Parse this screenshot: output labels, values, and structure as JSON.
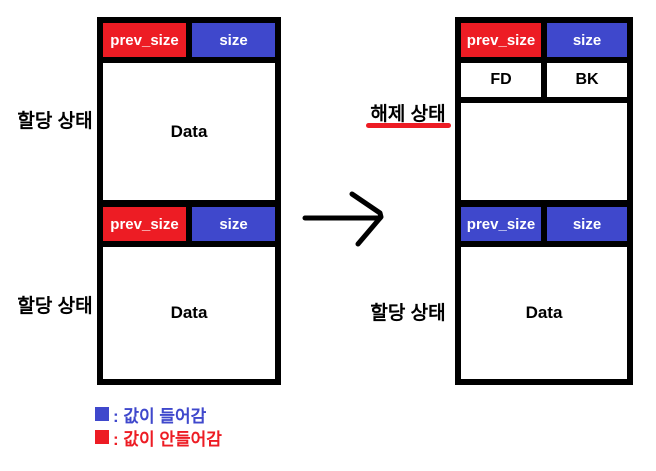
{
  "colors": {
    "red": "#ED1C24",
    "blue": "#3F48CC",
    "black": "#000000"
  },
  "before": {
    "chunks": [
      {
        "state_label": "할당 상태",
        "header": {
          "prev_size": "prev_size",
          "size": "size"
        },
        "body": "Data"
      },
      {
        "state_label": "할당 상태",
        "header": {
          "prev_size": "prev_size",
          "size": "size"
        },
        "body": "Data"
      }
    ]
  },
  "after": {
    "chunks": [
      {
        "state_label": "해제 상태",
        "header": {
          "prev_size": "prev_size",
          "size": "size"
        },
        "fd": "FD",
        "bk": "BK",
        "body": ""
      },
      {
        "state_label": "할당 상태",
        "header": {
          "prev_size": "prev_size",
          "size": "size"
        },
        "body": "Data"
      }
    ]
  },
  "legend": [
    {
      "color": "#3F48CC",
      "label": ": 값이 들어감"
    },
    {
      "color": "#ED1C24",
      "label": ": 값이 안들어감"
    }
  ]
}
